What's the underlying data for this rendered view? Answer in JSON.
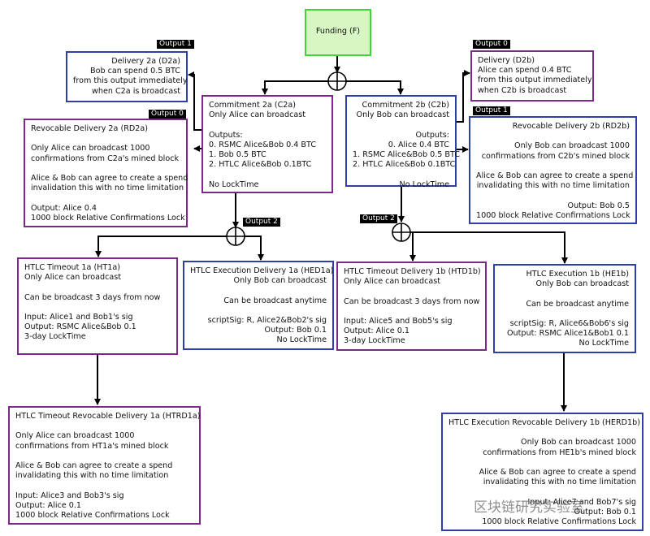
{
  "nodes": {
    "F": {
      "lines": [
        "Funding (F)"
      ]
    },
    "D2a": {
      "lines": [
        "Delivery 2a (D2a)",
        "Bob can spend 0.5 BTC",
        "from this output immediately",
        "when C2a is broadcast"
      ]
    },
    "C2a": {
      "lines": [
        "Commitment 2a (C2a)",
        "Only Alice can broadcast",
        "",
        "Outputs:",
        "0. RSMC Alice&Bob 0.4 BTC",
        "1. Bob 0.5 BTC",
        "2. HTLC Alice&Bob 0.1BTC",
        "",
        "No LockTime"
      ]
    },
    "RD2a": {
      "lines": [
        "Revocable Delivery 2a (RD2a)",
        "",
        "Only Alice can broadcast 1000",
        "confirmations from C2a's mined block",
        "",
        "Alice & Bob can agree to create a spend",
        "invalidation this with no time limitation",
        "",
        "Output: Alice 0.4",
        "1000 block Relative Confirmations Lock"
      ]
    },
    "D2b": {
      "lines": [
        "Delivery (D2b)",
        "Alice can spend 0.4 BTC",
        "from this output immediately",
        "when C2b is broadcast"
      ]
    },
    "C2b": {
      "lines": [
        "Commitment 2b (C2b)",
        "Only Bob can broadcast",
        "",
        "Outputs:",
        "0. Alice 0.4 BTC",
        "1. RSMC Alice&Bob 0.5 BTC",
        "2. HTLC Alice&Bob 0.1BTC",
        "",
        "No LockTime"
      ]
    },
    "RD2b": {
      "lines": [
        "Revocable Delivery 2b (RD2b)",
        "",
        "Only Bob can broadcast 1000",
        "confirmations from C2b's mined block",
        "",
        "Alice & Bob can agree to create a spend",
        "invalidating this with no time limitation",
        "",
        "Output: Bob 0.5",
        "1000 block Relative Confirmations Lock"
      ]
    },
    "HT1a": {
      "lines": [
        "HTLC Timeout 1a (HT1a)",
        "Only Alice can broadcast",
        "",
        "Can be broadcast 3 days from now",
        "",
        "Input: Alice1 and Bob1's sig",
        "Output: RSMC Alice&Bob 0.1",
        "3-day LockTime"
      ]
    },
    "HED1a": {
      "lines": [
        "HTLC Execution Delivery 1a (HED1a)",
        "Only Bob can broadcast",
        "",
        "Can be broadcast anytime",
        "",
        "scriptSig: R, Alice2&Bob2's sig",
        "Output: Bob 0.1",
        "No LockTime"
      ]
    },
    "HTD1b": {
      "lines": [
        "HTLC Timeout Delivery 1b (HTD1b)",
        "Only Alice can broadcast",
        "",
        "Can be broadcast 3 days from now",
        "",
        "Input: Alice5 and Bob5's sig",
        "Output: Alice 0.1",
        "3-day LockTime"
      ]
    },
    "HE1b": {
      "lines": [
        "HTLC Execution 1b (HE1b)",
        "Only Bob can broadcast",
        "",
        "Can be broadcast anytime",
        "",
        "scriptSig: R, Alice6&Bob6's sig",
        "Output: RSMC Alice1&Bob1 0.1",
        "No LockTime"
      ]
    },
    "HTRD1a": {
      "lines": [
        "HTLC Timeout Revocable Delivery 1a (HTRD1a)",
        "",
        "Only Alice can broadcast 1000",
        "confirmations from HT1a's mined block",
        "",
        "Alice & Bob can agree to create a spend",
        "invalidating this with no time limitation",
        "",
        "Input: Alice3 and Bob3's sig",
        "Output: Alice 0.1",
        "1000 block Relative Confirmations Lock"
      ]
    },
    "HERD1b": {
      "lines": [
        "HTLC Execution Revocable Delivery 1b (HERD1b)",
        "",
        "Only Bob can broadcast 1000",
        "confirmations from HE1b's mined block",
        "",
        "Alice & Bob can agree to create a spend",
        "invalidating this with no time limitation",
        "",
        "Input: Alice7 and Bob7's sig",
        "Output: Bob 0.1",
        "1000 block Relative Confirmations Lock"
      ]
    }
  },
  "tags": {
    "output1_left": "Output 1",
    "output0_left": "Output 0",
    "output2_left": "Output 2",
    "output0_right": "Output 0",
    "output1_right": "Output 1",
    "output2_right": "Output 2"
  },
  "watermark": "区块链研究实验室",
  "colors": {
    "purple": "#7a2a86",
    "blue": "#2f3fa8",
    "green": "#3fd63a",
    "green_fill": "#d8f6c4"
  }
}
